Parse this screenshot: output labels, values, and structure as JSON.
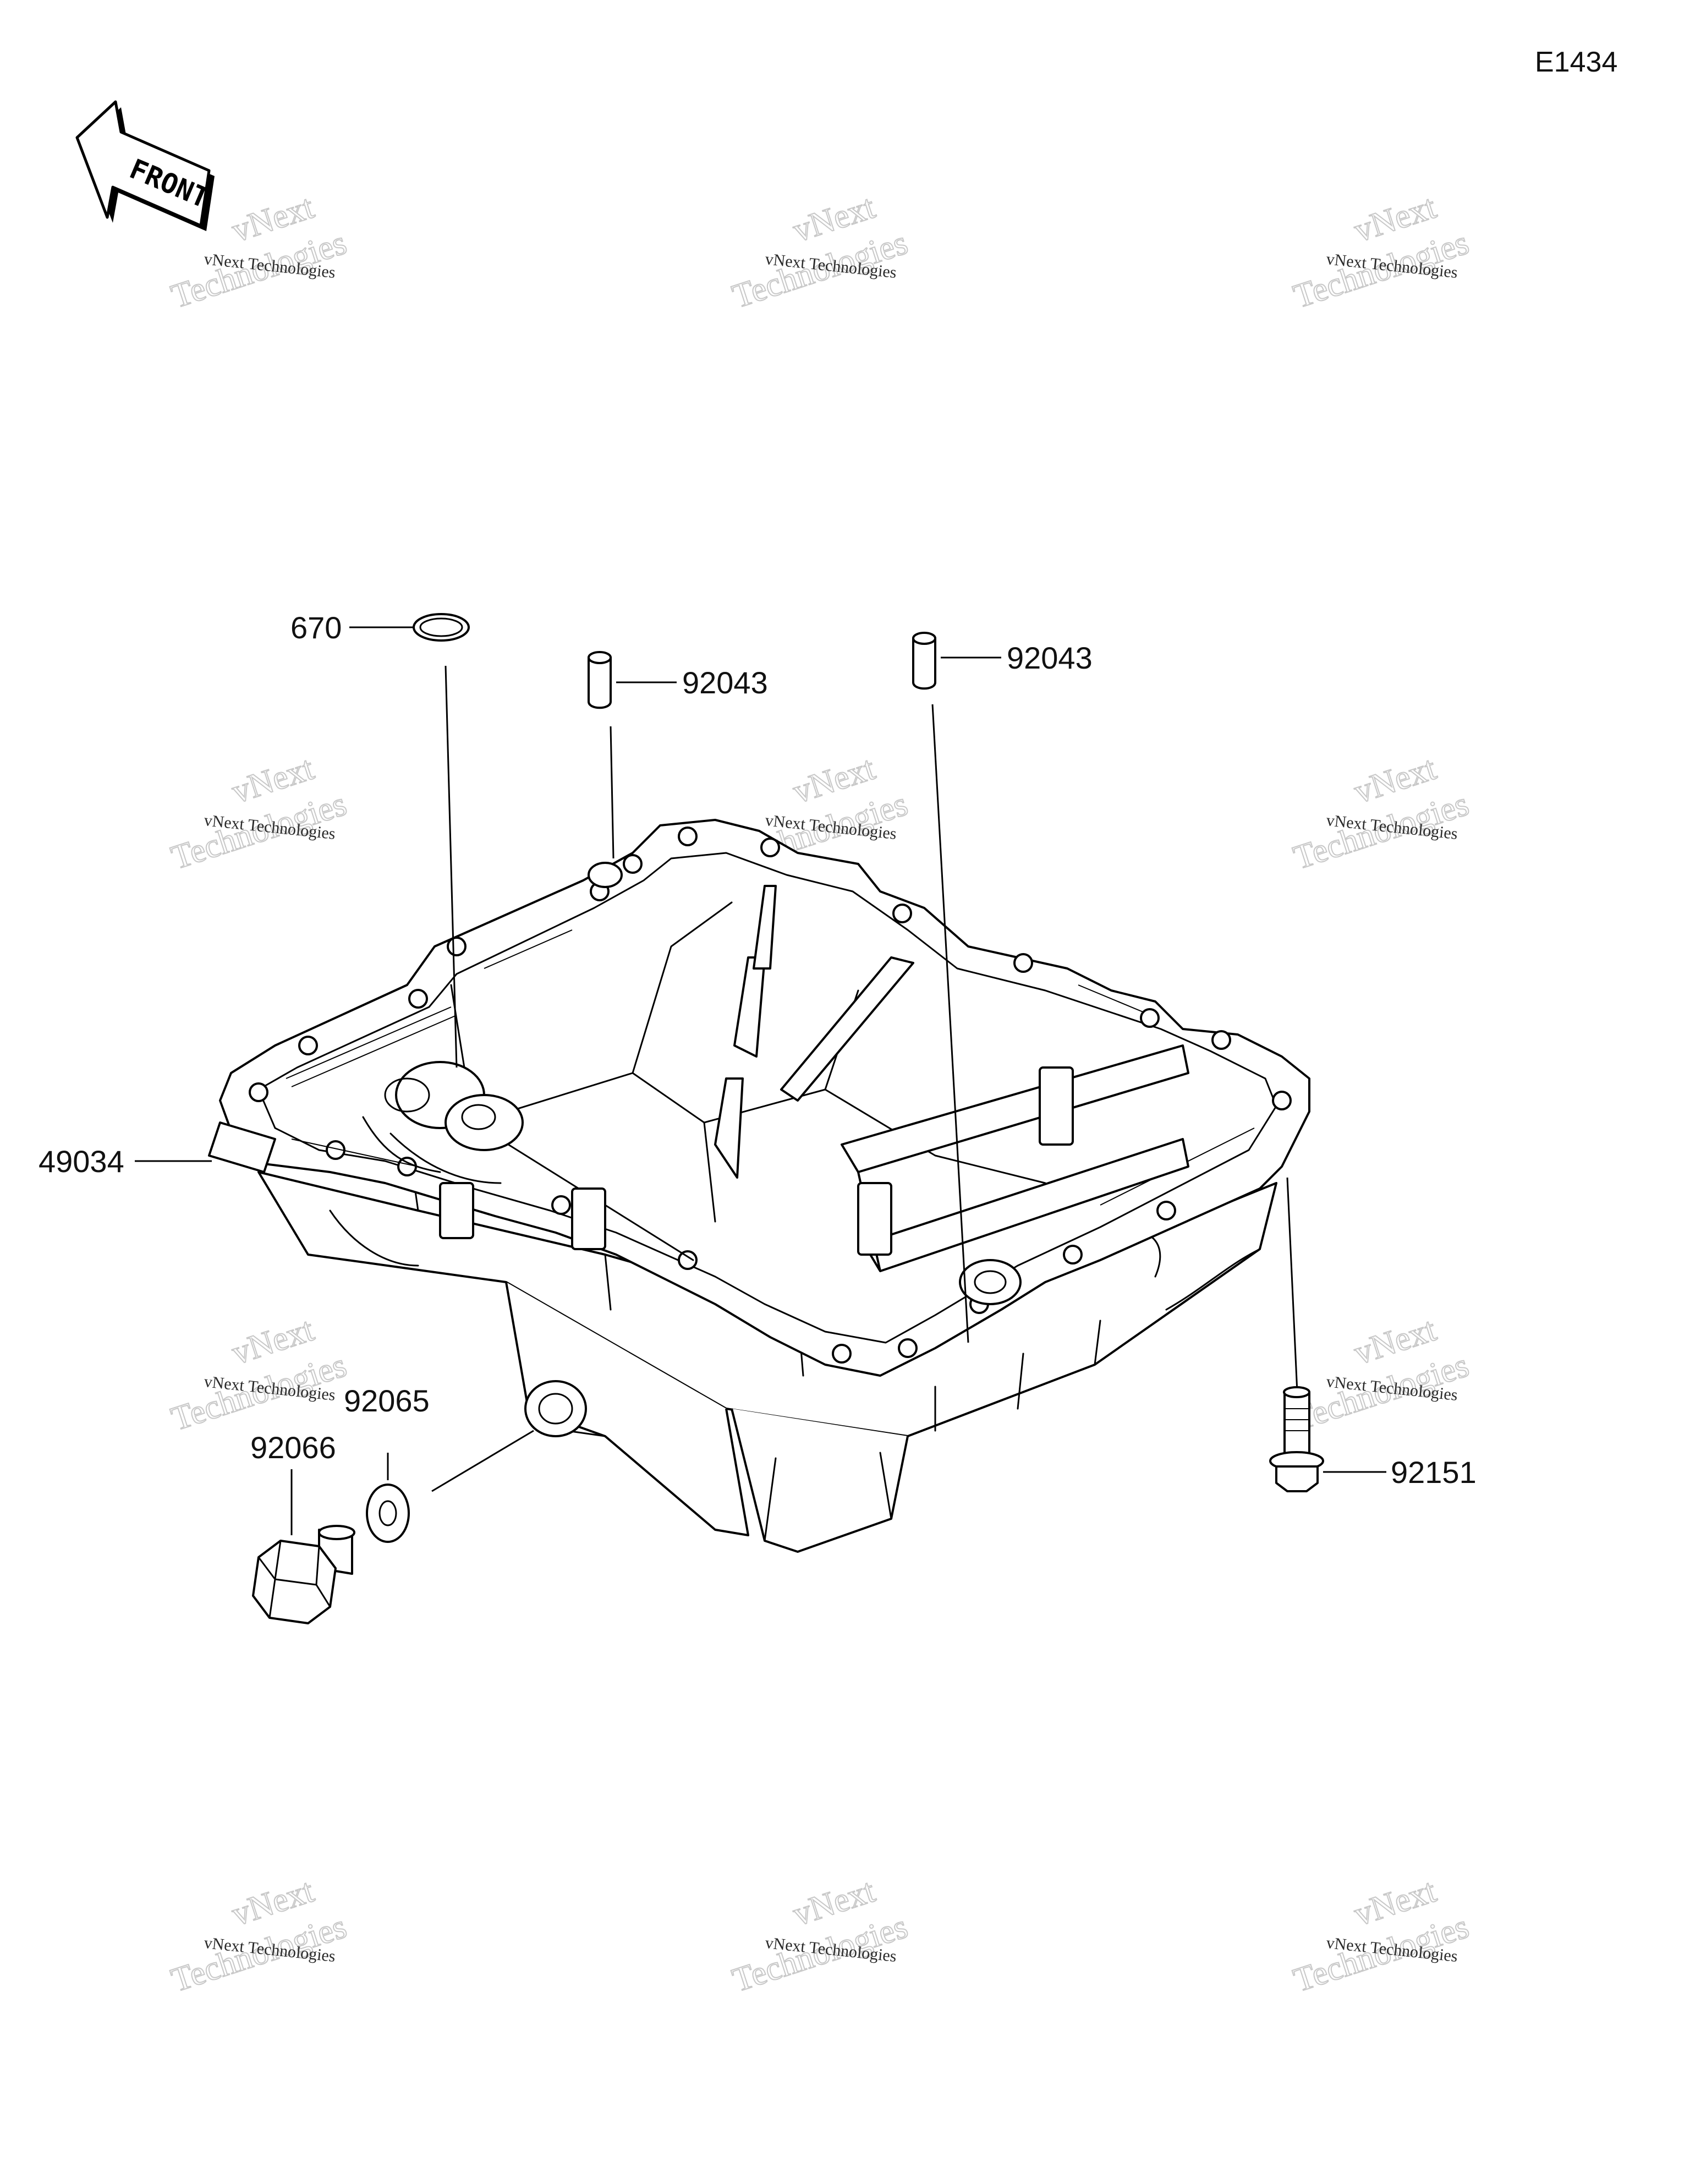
{
  "diagram_code": "E1434",
  "front_label": "FRONT",
  "watermark": {
    "line1": "vNext Technologies",
    "line2": "vNext",
    "line3": "Technologies"
  },
  "parts": {
    "o_ring": "670",
    "dowel_pin_left": "92043",
    "dowel_pin_right": "92043",
    "oil_pan": "49034",
    "gasket": "92065",
    "drain_plug": "92066",
    "flanged_bolt": "92151"
  }
}
